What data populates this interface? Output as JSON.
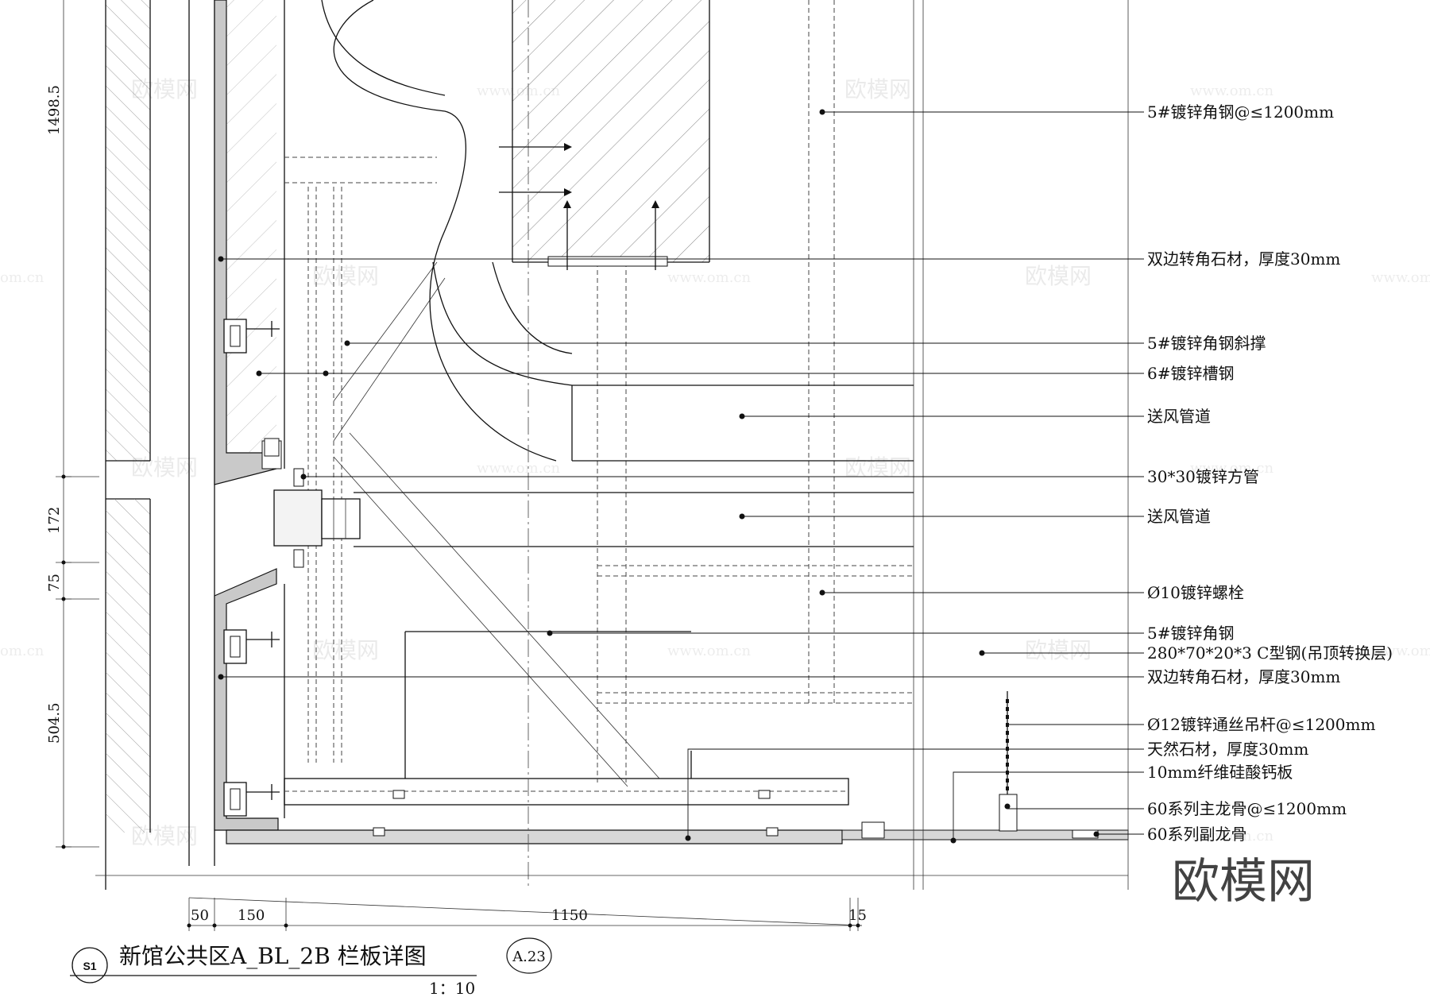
{
  "callouts": [
    {
      "text": "5#镀锌角钢@≤1200mm"
    },
    {
      "text": "双边转角石材，厚度30mm"
    },
    {
      "text": "5#镀锌角钢斜撑"
    },
    {
      "text": "6#镀锌槽钢"
    },
    {
      "text": "送风管道"
    },
    {
      "text": "30*30镀锌方管"
    },
    {
      "text": "送风管道"
    },
    {
      "text": "Ø10镀锌螺栓"
    },
    {
      "text": "5#镀锌角钢"
    },
    {
      "text": "280*70*20*3 C型钢(吊顶转换层)"
    },
    {
      "text": "双边转角石材，厚度30mm"
    },
    {
      "text": "Ø12镀锌通丝吊杆@≤1200mm"
    },
    {
      "text": "天然石材，厚度30mm"
    },
    {
      "text": "10mm纤维硅酸钙板"
    },
    {
      "text": "60系列主龙骨@≤1200mm"
    },
    {
      "text": "60系列副龙骨"
    }
  ],
  "dimensions": {
    "vertical": [
      "1498.5",
      "172",
      "75",
      "504.5"
    ],
    "horizontal": [
      "50",
      "150",
      "1150",
      "15"
    ]
  },
  "title_block": {
    "badge": "S1",
    "title": "新馆公共区A_BL_2B 栏板详图",
    "scale": "1：10",
    "grid_ref": "A.23"
  },
  "watermark": {
    "logo": "欧模网",
    "url": "www.om.cn"
  }
}
